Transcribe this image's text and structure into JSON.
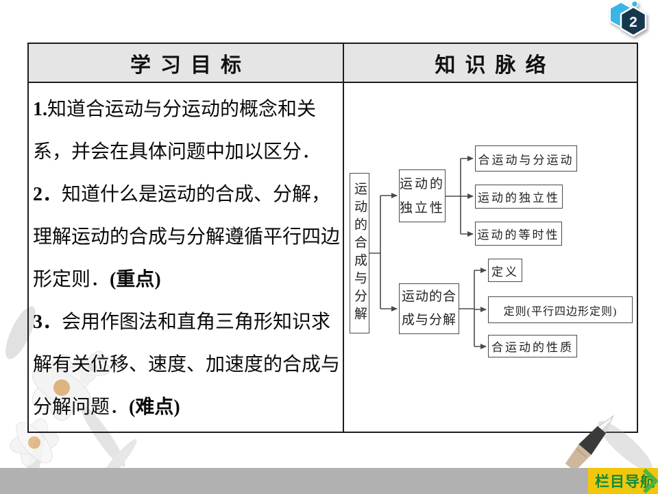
{
  "slide": {
    "page_badge": "2"
  },
  "table": {
    "header_left": "学习目标",
    "header_right": "知识脉络"
  },
  "objectives": [
    {
      "num": "1.",
      "body": "知道合运动与分运动的概念和关系，并会在具体问题中加以区分．",
      "tag": ""
    },
    {
      "num": "2．",
      "body": "知道什么是运动的合成、分解，理解运动的合成与分解遵循平行四边形定则．",
      "tag": "(重点)"
    },
    {
      "num": "3．",
      "body": "会用作图法和直角三角形知识求解有关位移、速度、加速度的合成与分解问题．",
      "tag": "(难点)"
    }
  ],
  "diagram": {
    "root": "运动的合成与分解",
    "branch1_line1": "运动的",
    "branch1_line2": "独立性",
    "branch1_children": [
      "合运动与分运动",
      "运动的独立性",
      "运动的等时性"
    ],
    "branch2_line1": "运动的合",
    "branch2_line2": "成与分解",
    "branch2_children": [
      "定义",
      "定则(平行四边形定则)",
      "合运动的性质"
    ]
  },
  "footer": {
    "nav_label": "栏目导航"
  },
  "colors": {
    "header_bg": "#e5e5e5",
    "table_border": "#1c1c1c",
    "badge_light_blue": "#3ab5e6",
    "badge_dark_blue": "#16384d",
    "bottom_bar": "#b1b1b1",
    "nav_bg": "#f2c60a",
    "nav_text": "#0e8a3d",
    "nav_chevron": "#4db53c"
  }
}
